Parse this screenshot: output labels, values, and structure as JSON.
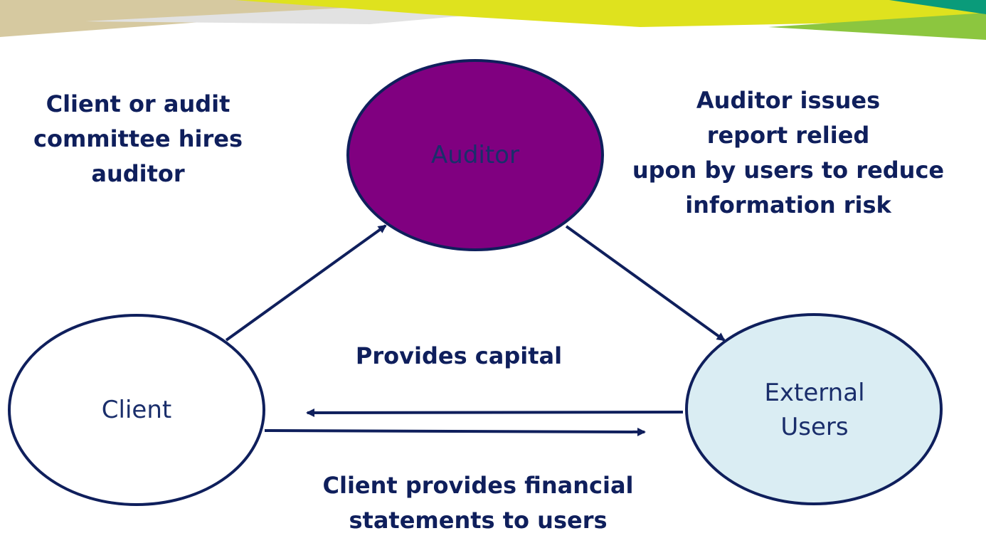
{
  "nodes": {
    "auditor": {
      "label": "Auditor",
      "fill": "#800080"
    },
    "client": {
      "label": "Client",
      "fill": "#ffffff"
    },
    "external_users": {
      "label": "External\nUsers",
      "fill": "#daedf3"
    }
  },
  "captions": {
    "hire": "Client or audit\ncommittee hires\nauditor",
    "report": "Auditor issues\nreport relied\nupon by users to reduce\ninformation risk",
    "capital": "Provides capital",
    "statements": "Client provides financial\nstatements to users"
  },
  "colors": {
    "stroke": "#0f1f5c",
    "banner_tan": "#d6c9a0",
    "banner_yellow": "#dfe21e",
    "banner_green": "#8cc63f",
    "banner_teal": "#0a9b7a"
  }
}
